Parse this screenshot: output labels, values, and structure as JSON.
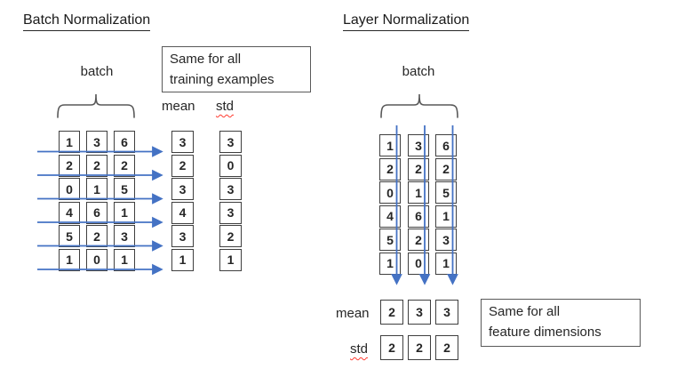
{
  "left": {
    "title": "Batch Normalization",
    "batch_label": "batch",
    "note_line1": "Same for all",
    "note_line2": "training examples",
    "mean_label": "mean",
    "std_label": "std",
    "matrix": [
      [
        1,
        3,
        6
      ],
      [
        2,
        2,
        2
      ],
      [
        0,
        1,
        5
      ],
      [
        4,
        6,
        1
      ],
      [
        5,
        2,
        3
      ],
      [
        1,
        0,
        1
      ]
    ],
    "mean": [
      3,
      2,
      3,
      4,
      3,
      1
    ],
    "std": [
      3,
      0,
      3,
      3,
      2,
      1
    ]
  },
  "right": {
    "title": "Layer Normalization",
    "batch_label": "batch",
    "note_line1": "Same for all",
    "note_line2": "feature dimensions",
    "mean_label": "mean",
    "std_label": "std",
    "matrix": [
      [
        1,
        3,
        6
      ],
      [
        2,
        2,
        2
      ],
      [
        0,
        1,
        5
      ],
      [
        4,
        6,
        1
      ],
      [
        5,
        2,
        3
      ],
      [
        1,
        0,
        1
      ]
    ],
    "mean": [
      2,
      3,
      3
    ],
    "std": [
      2,
      2,
      2
    ]
  },
  "colors": {
    "arrow": "#4472C4",
    "cell_border": "#3f3f3f",
    "box_border": "#595959",
    "text": "#262626",
    "squiggle": "#ff3b30"
  }
}
